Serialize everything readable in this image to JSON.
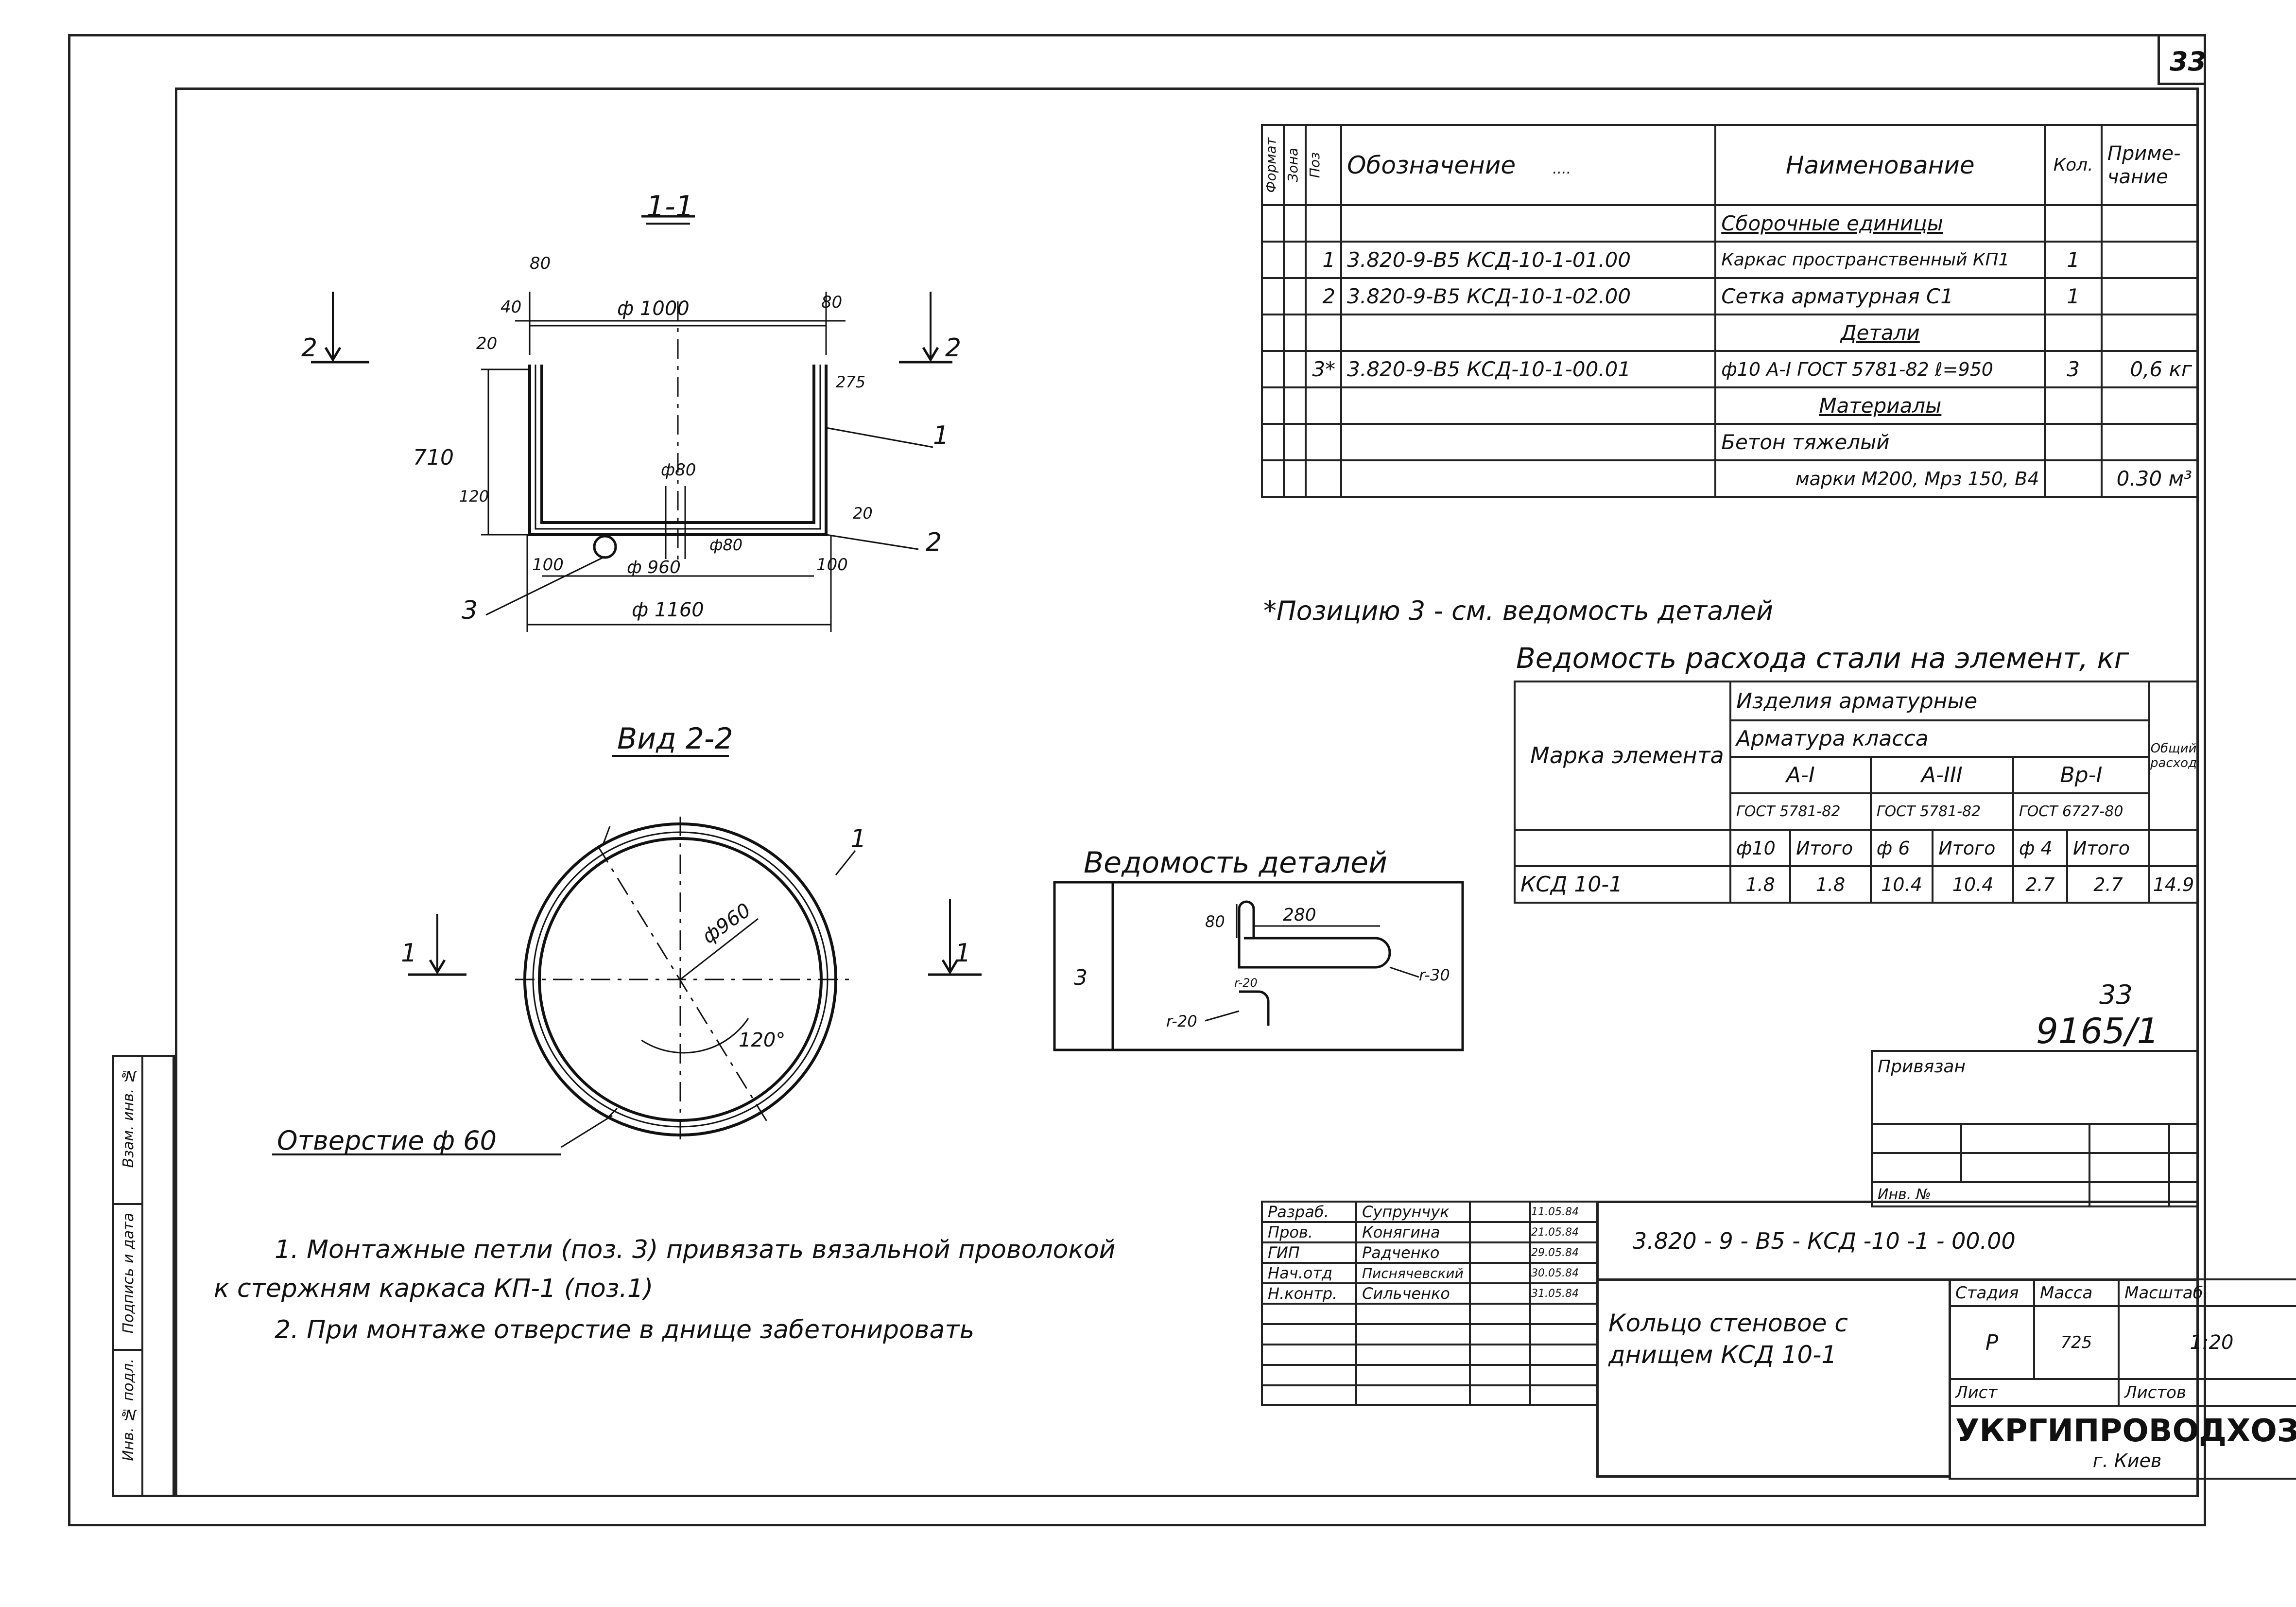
{
  "sheet_number": "33",
  "section_1_1": {
    "title": "1-1",
    "dims": {
      "d1000": "ф 1000",
      "d960": "ф 960",
      "d1160": "ф 1160",
      "d80_top": "80",
      "d40": "40",
      "d80_right": "80",
      "d20_left": "20",
      "d710": "710",
      "d275": "275",
      "d120": "120",
      "d20_right": "20",
      "d100_left": "100",
      "d100_right": "100",
      "d80_hole": "ф80",
      "d80_small": "ф80"
    },
    "callouts": {
      "c1": "1",
      "c2": "2",
      "c3": "3"
    },
    "cut_marks": {
      "left": "2",
      "right": "2"
    }
  },
  "view_2_2": {
    "title": "Вид 2-2",
    "dia": "ф960",
    "angle": "120°",
    "hole_label": "Отверстие ф 60",
    "callout": "1",
    "cut_marks": {
      "left": "1",
      "right": "1"
    }
  },
  "details_sheet": {
    "title": "Ведомость деталей",
    "pos": "3",
    "len": "280",
    "d80": "80",
    "r30": "r-30",
    "r20": "r-20",
    "dsmall": "r-20"
  },
  "spec_table": {
    "headers": {
      "format": "Формат",
      "zone": "Зона",
      "pos": "Поз",
      "designation": "Обозначение",
      "dots": "....",
      "name": "Наименование",
      "qty": "Кол.",
      "note": "Приме-чание"
    },
    "rows": [
      {
        "pos": "",
        "designation": "",
        "name": "Сборочные единицы",
        "qty": "",
        "note": ""
      },
      {
        "pos": "1",
        "designation": "3.820-9-В5 КСД-10-1-01.00",
        "name": "Каркас пространственный КП1",
        "qty": "1",
        "note": ""
      },
      {
        "pos": "2",
        "designation": "3.820-9-В5 КСД-10-1-02.00",
        "name": "Сетка арматурная С1",
        "qty": "1",
        "note": ""
      },
      {
        "pos": "",
        "designation": "",
        "name": "Детали",
        "qty": "",
        "note": ""
      },
      {
        "pos": "3*",
        "designation": "3.820-9-В5 КСД-10-1-00.01",
        "name": "ф10 А-I ГОСТ 5781-82 ℓ=950",
        "qty": "3",
        "note": "0,6 кг"
      },
      {
        "pos": "",
        "designation": "",
        "name": "Материалы",
        "qty": "",
        "note": ""
      },
      {
        "pos": "",
        "designation": "",
        "name": "Бетон тяжелый",
        "qty": "",
        "note": ""
      },
      {
        "pos": "",
        "designation": "",
        "name": "марки М200, Мрз 150, В4",
        "qty": "",
        "note": "0.30 м³"
      }
    ],
    "footnote": "*Позицию 3 - см. ведомость деталей"
  },
  "steel_table": {
    "title": "Ведомость расхода стали на элемент, кг",
    "mark_header": "Марка элемента",
    "products": "Изделия арматурные",
    "class": "Арматура класса",
    "classes": [
      "А-I",
      "А-III",
      "Вр-I"
    ],
    "gosts": [
      "ГОСТ 5781-82",
      "ГОСТ 5781-82",
      "ГОСТ 6727-80"
    ],
    "subs": [
      "ф10",
      "Итого",
      "ф 6",
      "Итого",
      "ф 4",
      "Итого"
    ],
    "total_header": "Общий расход",
    "row": {
      "mark": "КСД 10-1",
      "vals": [
        "1.8",
        "1.8",
        "10.4",
        "10.4",
        "2.7",
        "2.7"
      ],
      "total": "14.9"
    }
  },
  "stamp_numbers": {
    "top": "33",
    "code": "9165/1"
  },
  "bind_block": {
    "privyazan": "Привязан",
    "inv": "Инв. №"
  },
  "notes": [
    "1. Монтажные петли (поз. 3) привязать вязальной проволокой",
    "к стержням каркаса КП-1 (поз.1)",
    "2. При монтаже отверстие в днище забетонировать"
  ],
  "side_strip": [
    "Инв. № подл.",
    "Подпись и дата",
    "Взам. инв. №"
  ],
  "title_block": {
    "staff": [
      {
        "role": "Разраб.",
        "name": "Супрунчук",
        "date": "11.05.84"
      },
      {
        "role": "Пров.",
        "name": "Конягина",
        "date": "21.05.84"
      },
      {
        "role": "ГИП",
        "name": "Радченко",
        "date": "29.05.84"
      },
      {
        "role": "Нач.отд",
        "name": "Писнячевский",
        "date": "30.05.84"
      },
      {
        "role": "Н.контр.",
        "name": "Сильченко",
        "date": "31.05.84"
      }
    ],
    "designation": "3.820 - 9 - В5 - КСД -10 -1 - 00.00",
    "name": "Кольцо стеновое с днищем КСД 10-1",
    "stage_h": "Стадия",
    "mass_h": "Масса",
    "scale_h": "Масштаб",
    "stage": "Р",
    "mass": "725",
    "scale": "1:20",
    "sheet_h": "Лист",
    "sheets_h": "Листов",
    "org": "УКРГИПРОВОДХОЗ",
    "city": "г. Киев"
  }
}
